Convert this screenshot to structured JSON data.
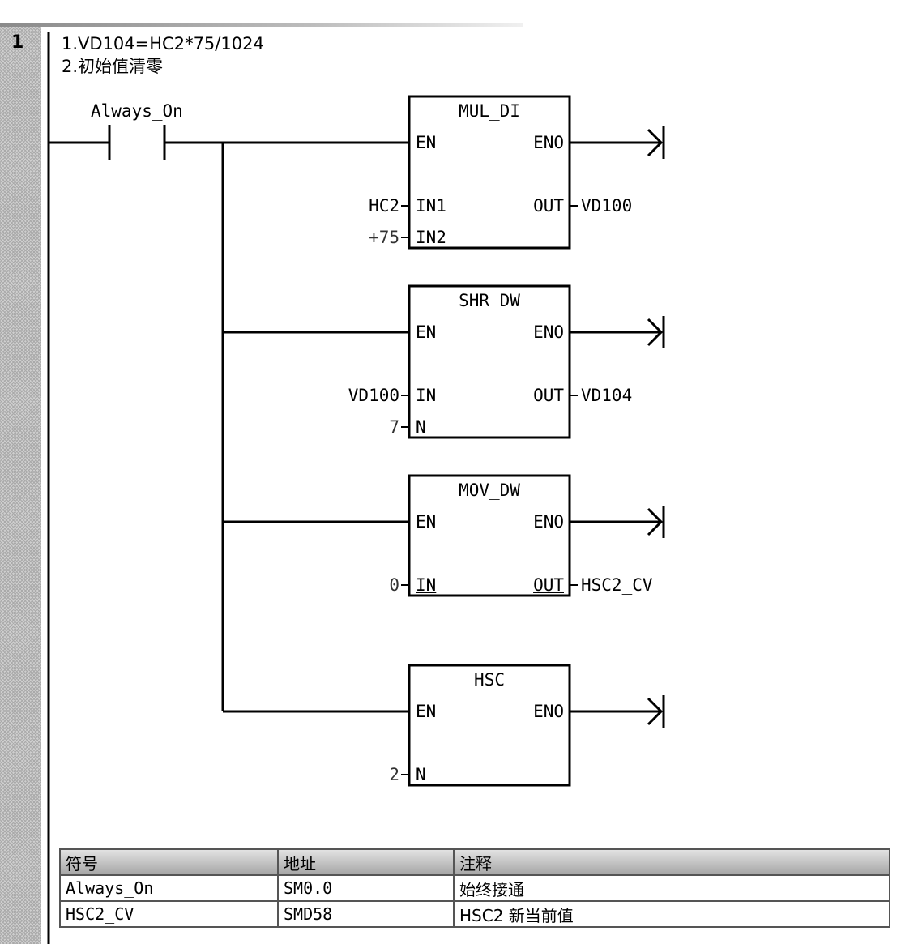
{
  "network": {
    "number": "1",
    "comment_line1": "1.VD104=HC2*75/1024",
    "comment_line2": "2.初始值清零"
  },
  "contact": {
    "label": "Always_On"
  },
  "blocks": [
    {
      "name": "MUL_DI",
      "en": "EN",
      "eno": "ENO",
      "out_pin": "OUT",
      "out_value": "VD100",
      "inputs": [
        {
          "pin": "IN1",
          "value": "HC2"
        },
        {
          "pin": "IN2",
          "value": "+75"
        }
      ]
    },
    {
      "name": "SHR_DW",
      "en": "EN",
      "eno": "ENO",
      "out_pin": "OUT",
      "out_value": "VD104",
      "inputs": [
        {
          "pin": "IN",
          "value": "VD100"
        },
        {
          "pin": "N",
          "value": "7"
        }
      ]
    },
    {
      "name": "MOV_DW",
      "en": "EN",
      "eno": "ENO",
      "out_pin": "OUT",
      "out_value": "HSC2_CV",
      "inputs": [
        {
          "pin": "IN",
          "value": "0"
        }
      ]
    },
    {
      "name": "HSC",
      "en": "EN",
      "eno": "ENO",
      "inputs": [
        {
          "pin": "N",
          "value": "2"
        }
      ]
    }
  ],
  "symbol_table": {
    "headers": [
      "符号",
      "地址",
      "注释"
    ],
    "rows": [
      [
        "Always_On",
        "SM0.0",
        "始终接通"
      ],
      [
        "HSC2_CV",
        "SMD58",
        "HSC2 新当前值"
      ]
    ]
  }
}
